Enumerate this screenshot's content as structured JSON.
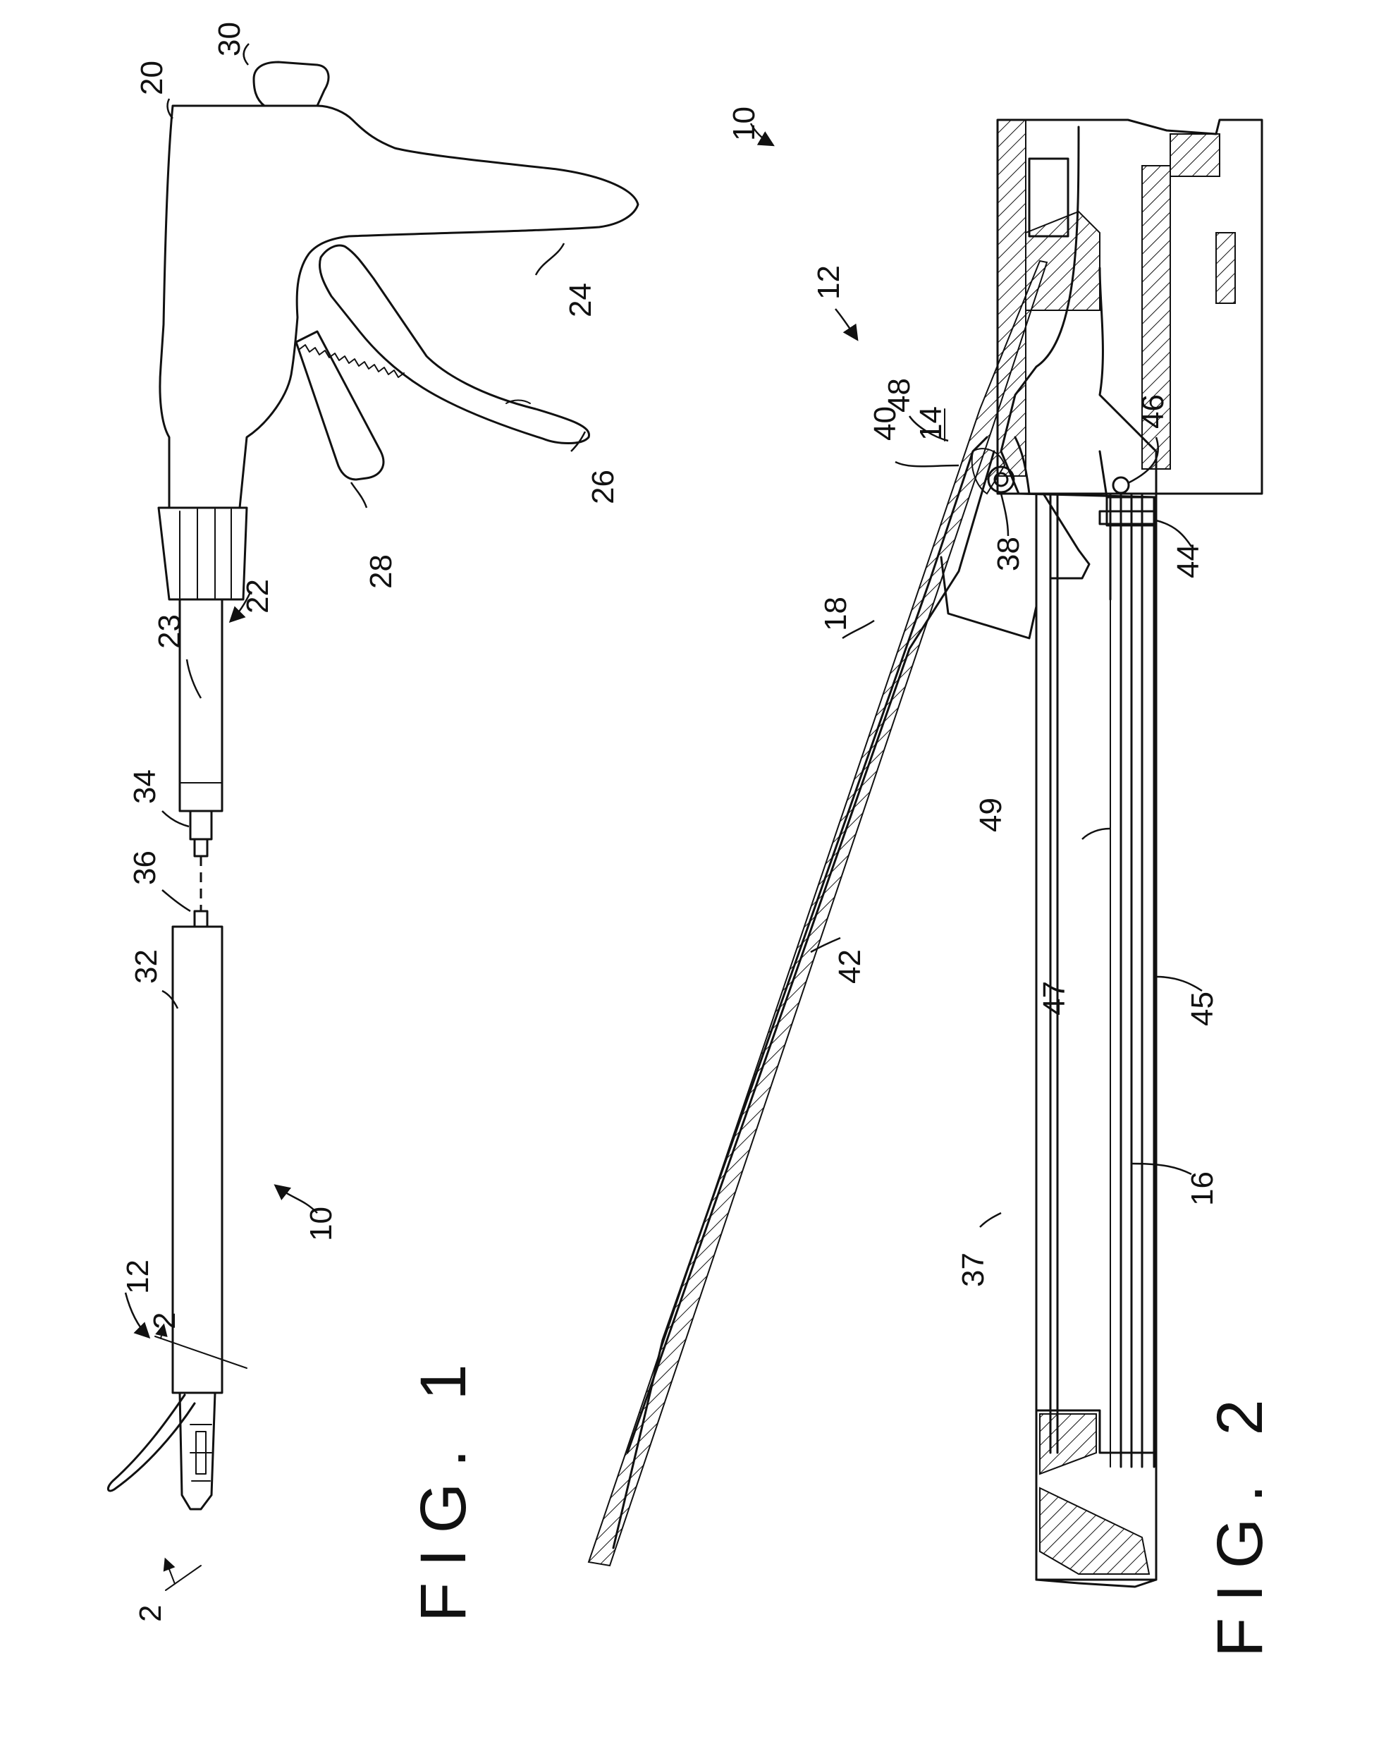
{
  "figure_1": {
    "caption": "FIG. 1",
    "refs": {
      "r10": "10",
      "r12": "12",
      "r20": "20",
      "r22": "22",
      "r23": "23",
      "r24": "24",
      "r26": "26",
      "r28": "28",
      "r30": "30",
      "r32": "32",
      "r34": "34",
      "r36": "36",
      "section": "2"
    }
  },
  "figure_2": {
    "caption": "FIG. 2",
    "refs": {
      "r10": "10",
      "r12": "12",
      "r14": "14",
      "r16": "16",
      "r18": "18",
      "r37": "37",
      "r38": "38",
      "r40": "40",
      "r42": "42",
      "r44": "44",
      "r45": "45",
      "r46": "46",
      "r47": "47",
      "r48": "48",
      "r49": "49"
    }
  }
}
